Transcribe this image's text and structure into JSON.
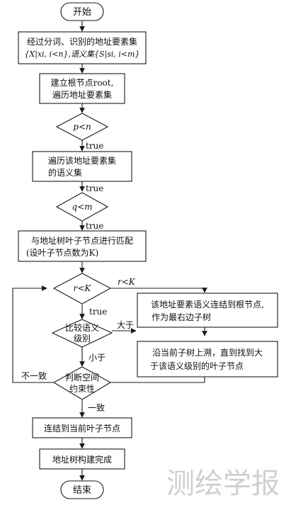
{
  "flowchart": {
    "start": "开始",
    "step_input_line1": "经过分词、识别的地址要素集",
    "step_input_line2": "{X|xi, i<n},语义集{S|si, i<m}",
    "step_root_line1": "建立根节点root,",
    "step_root_line2": "遍历地址要素集",
    "cond_p": "p<n",
    "step_traverse_line1": "遍历该地址要素集",
    "step_traverse_line2": "的语义集",
    "cond_q": "q<m",
    "step_match_line1": "与地址树叶子节点进行匹配",
    "step_match_line2": "(设叶子节点数为K)",
    "cond_r": "r<K",
    "step_rightmost_line1": "该地址要素语义连结到根节点,",
    "step_rightmost_line2": "作为最右边子树",
    "cond_compare_line1": "比较语义",
    "cond_compare_line2": "级别",
    "step_trace_line1": "沿当前子树上溯，直到找到大",
    "step_trace_line2": "于该语义级别的叶子节点",
    "cond_spatial_line1": "判断空间",
    "cond_spatial_line2": "约束性",
    "step_connect": "连结到当前叶子节点",
    "step_complete": "地址树构建完成",
    "end": "结束",
    "labels": {
      "true_p": "true",
      "true_q_top": "true",
      "true_q": "true",
      "true_r": "true",
      "r_geq": "r<K",
      "greater": "大于",
      "less": "小于",
      "inconsistent": "不一致",
      "consistent": "一致"
    }
  },
  "watermark": "测绘学报"
}
